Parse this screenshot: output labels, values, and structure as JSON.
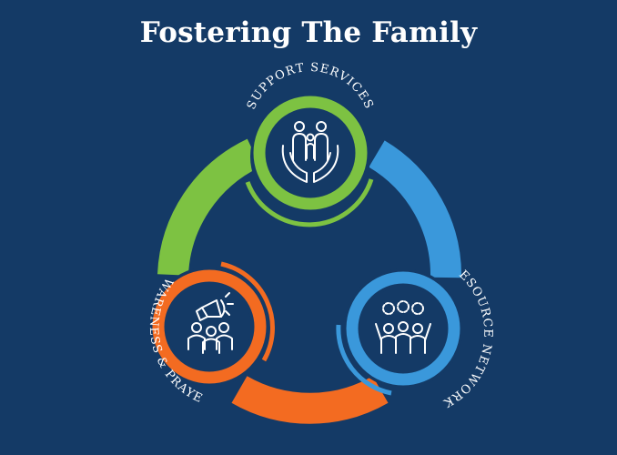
{
  "title": "Fostering The Family",
  "nodes": [
    {
      "label": "SUPPORT SERVICES",
      "icon": "family-in-hands-icon",
      "color": "#7dc242"
    },
    {
      "label": "RESOURCE NETWORKS",
      "icon": "group-network-icon",
      "color": "#3a98db"
    },
    {
      "label": "AWARENESS & PRAYER",
      "icon": "megaphone-crowd-icon",
      "color": "#f36b21"
    }
  ],
  "colors": {
    "background": "#143a66",
    "green": "#7dc242",
    "blue": "#3a98db",
    "orange": "#f36b21",
    "icon_stroke": "#ffffff"
  }
}
